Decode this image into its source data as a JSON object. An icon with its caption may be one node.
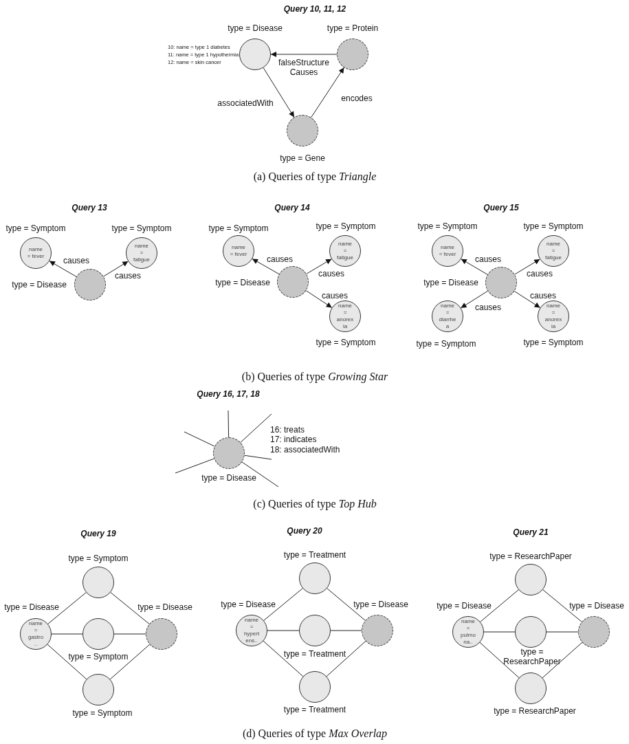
{
  "diagram": {
    "nodes": [
      {
        "text": [],
        "shape": "circle",
        "beside": [
          "type = Disease",
          "10: name = type 1 diabetes",
          "11: name = type 1 hypothermia",
          "12: name = skin cancer"
        ]
      },
      {
        "text": [],
        "shape": "circle",
        "beside": [
          "type = Protein"
        ]
      },
      {
        "text": [],
        "shape": "circle",
        "beside": [
          "type = Gene"
        ]
      },
      {
        "text": [
          "name = fever"
        ],
        "beside": [
          "type = Symptom"
        ]
      },
      {
        "text": [
          "name = fatigue"
        ],
        "beside": [
          "type = Symptom"
        ]
      },
      {
        "text": [],
        "shape": "circle",
        "beside": [
          "type = Disease"
        ]
      },
      {
        "text": [
          "name = fever"
        ],
        "beside": [
          "type = Symptom"
        ]
      },
      {
        "text": [
          "name = fatigue"
        ],
        "beside": [
          "type = Symptom"
        ]
      },
      {
        "text": [],
        "shape": "circle",
        "beside": [
          "type = Disease"
        ]
      },
      {
        "text": [
          "name = anorex ia"
        ],
        "beside": [
          "type = Symptom"
        ]
      },
      {
        "text": [
          "name = fever"
        ],
        "beside": [
          "type = Symptom"
        ]
      },
      {
        "text": [
          "name = fatigue"
        ],
        "beside": [
          "type = Symptom"
        ]
      },
      {
        "text": [],
        "shape": "circle",
        "beside": [
          "type = Disease"
        ]
      },
      {
        "text": [
          "name = diarrhe a"
        ],
        "beside": [
          "type = Symptom"
        ]
      },
      {
        "text": [
          "name = anorex ia"
        ],
        "beside": [
          "type = Symptom"
        ]
      },
      {
        "text": [],
        "shape": "circle",
        "beside": [
          "type = Disease"
        ]
      },
      {
        "text": [],
        "shape": "circle",
        "beside": [
          "type = Symptom"
        ]
      },
      {
        "text": [
          "name = gastro .."
        ],
        "beside": [
          "type = Disease"
        ]
      },
      {
        "text": [],
        "shape": "circle",
        "beside": [
          "type = Symptom"
        ]
      },
      {
        "text": [],
        "shape": "circle",
        "beside": [
          "type = Disease"
        ]
      },
      {
        "text": [],
        "shape": "circle",
        "beside": [
          "type = Symptom"
        ]
      },
      {
        "text": [],
        "shape": "circle",
        "beside": [
          "type = Treatment"
        ]
      },
      {
        "text": [
          "name = hypert ens.."
        ],
        "beside": [
          "type = Disease"
        ]
      },
      {
        "text": [],
        "shape": "circle",
        "beside": [
          "type = Treatment"
        ]
      },
      {
        "text": [],
        "shape": "circle",
        "beside": [
          "type = Disease"
        ]
      },
      {
        "text": [],
        "shape": "circle",
        "beside": [
          "type = Treatment"
        ]
      },
      {
        "text": [],
        "shape": "circle",
        "beside": [
          "type = ResearchPaper"
        ]
      },
      {
        "text": [
          "name = pulmo na.."
        ],
        "beside": [
          "type = Disease"
        ]
      },
      {
        "text": [],
        "shape": "circle",
        "beside": [
          "type = ResearchPaper"
        ]
      },
      {
        "text": [],
        "shape": "circle",
        "beside": [
          "type = Disease"
        ]
      },
      {
        "text": [],
        "shape": "circle",
        "beside": [
          "type = ResearchPaper"
        ]
      }
    ],
    "edges": [
      {
        "from": 1,
        "to": 0,
        "arrow": "to",
        "label": "falseStructure Causes"
      },
      {
        "from": 0,
        "to": 2,
        "arrow": "to",
        "label": "associatedWith"
      },
      {
        "from": 2,
        "to": 1,
        "arrow": "to",
        "label": "encodes"
      },
      {
        "from": 5,
        "to": 3,
        "arrow": "to",
        "label": "causes"
      },
      {
        "from": 5,
        "to": 4,
        "arrow": "to",
        "label": "causes"
      },
      {
        "from": 8,
        "to": 6,
        "arrow": "to",
        "label": "causes"
      },
      {
        "from": 8,
        "to": 7,
        "arrow": "to",
        "label": "causes"
      },
      {
        "from": 8,
        "to": 9,
        "arrow": "to",
        "label": "causes"
      },
      {
        "from": 12,
        "to": 10,
        "arrow": "to",
        "label": "causes"
      },
      {
        "from": 12,
        "to": 11,
        "arrow": "to",
        "label": "causes"
      },
      {
        "from": 12,
        "to": 13,
        "arrow": "to",
        "label": "causes"
      },
      {
        "from": 12,
        "to": 14,
        "arrow": "to",
        "label": "causes"
      },
      {
        "from": 15,
        "to": null,
        "arrow": "none"
      },
      {
        "from": 15,
        "to": null,
        "arrow": "none"
      },
      {
        "from": 15,
        "to": null,
        "arrow": "none"
      },
      {
        "from": 15,
        "to": null,
        "arrow": "none"
      },
      {
        "from": 15,
        "to": null,
        "arrow": "none"
      },
      {
        "from": 15,
        "to": null,
        "arrow": "none"
      },
      {
        "from": 17,
        "to": 16,
        "arrow": "none"
      },
      {
        "from": 17,
        "to": 18,
        "arrow": "none"
      },
      {
        "from": 17,
        "to": 20,
        "arrow": "none"
      },
      {
        "from": 16,
        "to": 19,
        "arrow": "none"
      },
      {
        "from": 18,
        "to": 19,
        "arrow": "none"
      },
      {
        "from": 20,
        "to": 19,
        "arrow": "none"
      },
      {
        "from": 22,
        "to": 21,
        "arrow": "none"
      },
      {
        "from": 22,
        "to": 23,
        "arrow": "none"
      },
      {
        "from": 22,
        "to": 25,
        "arrow": "none"
      },
      {
        "from": 21,
        "to": 24,
        "arrow": "none"
      },
      {
        "from": 23,
        "to": 24,
        "arrow": "none"
      },
      {
        "from": 25,
        "to": 24,
        "arrow": "none"
      },
      {
        "from": 27,
        "to": 26,
        "arrow": "none"
      },
      {
        "from": 27,
        "to": 28,
        "arrow": "none"
      },
      {
        "from": 27,
        "to": 30,
        "arrow": "none"
      },
      {
        "from": 26,
        "to": 29,
        "arrow": "none"
      },
      {
        "from": 28,
        "to": 29,
        "arrow": "none"
      },
      {
        "from": 30,
        "to": 29,
        "arrow": "none"
      }
    ],
    "labels": [
      "Query 10, 11, 12",
      "(a) Queries of type *Triangle*",
      "Query 13",
      "Query 14",
      "Query 15",
      "(b) Queries of type *Growing Star*",
      "Query 16, 17, 18",
      "16: treats",
      "17: indicates",
      "18: associatedWith",
      "(c) Queries of type *Top Hub*",
      "Query 19",
      "Query 20",
      "Query 21",
      "(d) Queries of type *Max Overlap*"
    ]
  }
}
